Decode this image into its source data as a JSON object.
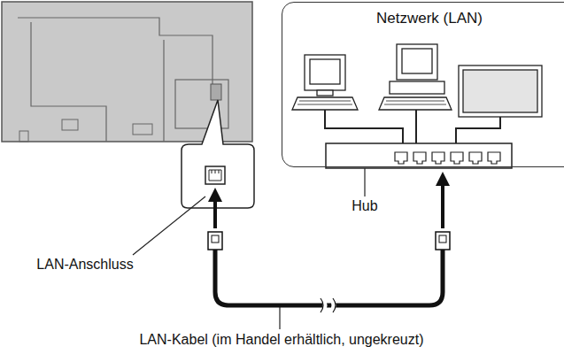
{
  "diagram": {
    "nodes": [
      {
        "text": [
          "Netzwerk (LAN)"
        ]
      }
    ],
    "labels": [
      "Hub",
      "LAN-Anschluss",
      "LAN-Kabel (im Handel erhältlich, ungekreuzt)"
    ]
  }
}
